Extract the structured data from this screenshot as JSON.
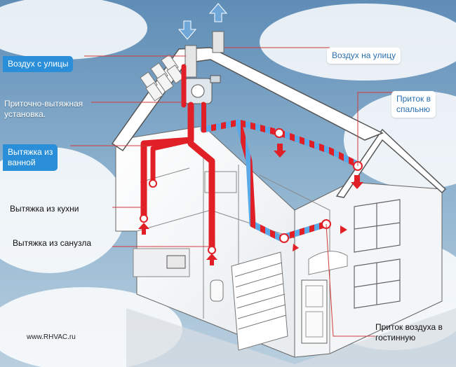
{
  "labels": {
    "outdoor_air": "Воздух с улицы",
    "air_out": "Воздух на улицу",
    "unit": "Приточно-вытяжная\nустановка.",
    "bedroom_supply": "Приток в\nспальню",
    "bath_exhaust": "Вытяжка из\nванной",
    "kitchen_exhaust": "Вытяжка из кухни",
    "toilet_exhaust": "Вытяжка из санузла",
    "living_supply": "Приток воздуха в\nгостинную",
    "website": "www.RHVAC.ru"
  },
  "colors": {
    "sky": "#7fa6c6",
    "callout_line": "#d23a3a",
    "duct_red": "#e01f26",
    "duct_blue": "#5aa9e6",
    "label_blue": "#2a8fd8",
    "house_wall": "#ffffff",
    "house_line": "#555555"
  }
}
